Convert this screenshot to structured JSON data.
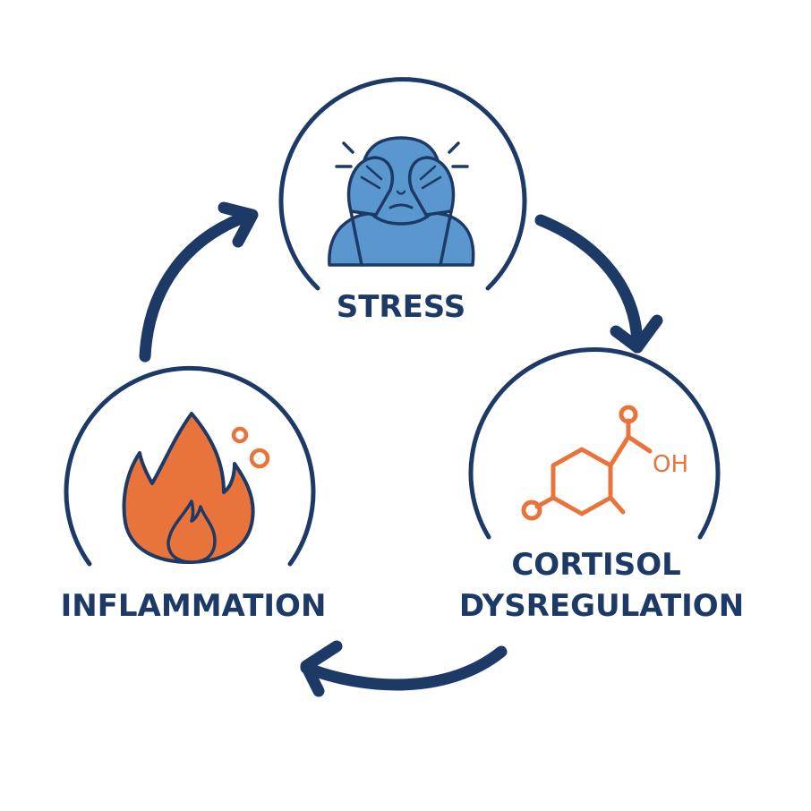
{
  "diagram": {
    "nodes": [
      {
        "id": "stress",
        "label_lines": [
          "STRESS"
        ],
        "icon": "stressed-person-icon"
      },
      {
        "id": "cortisol",
        "label_lines": [
          "CORTISOL",
          "DYSREGULATION"
        ],
        "icon": "cortisol-molecule-icon"
      },
      {
        "id": "inflammation",
        "label_lines": [
          "INFLAMMATION"
        ],
        "icon": "flame-icon"
      }
    ],
    "edges": [
      {
        "from": "stress",
        "to": "cortisol"
      },
      {
        "from": "cortisol",
        "to": "inflammation"
      },
      {
        "from": "inflammation",
        "to": "stress"
      }
    ],
    "molecule_group_text": "OH",
    "colors": {
      "navy": "#1d3a66",
      "person_blue": "#5b97cf",
      "flame_orange": "#e8743b",
      "background": "#ffffff"
    }
  }
}
